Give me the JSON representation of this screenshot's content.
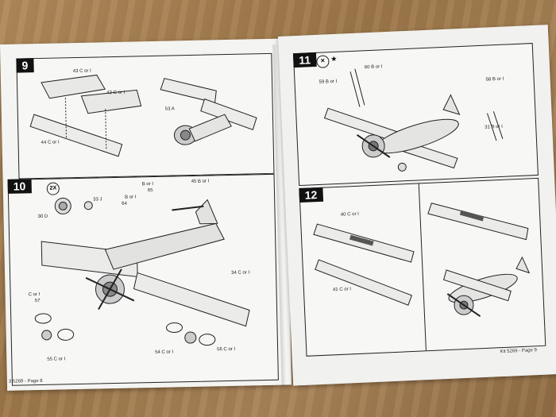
{
  "left_page": {
    "footer": "3 5269 - Page 8",
    "step_9": {
      "number": "9",
      "labels": [
        "43 C or I",
        "42 C or I",
        "44 C or I",
        "53 A"
      ]
    },
    "step_10": {
      "number": "10",
      "multiplier": "2X",
      "labels": [
        "33 J",
        "30 D",
        "B or I",
        "65 ",
        "45 B or I",
        "B or I",
        "64 ",
        "34 C or I",
        "57",
        "C or I",
        "55 C or I",
        "54 C or I",
        "56 C or I"
      ]
    }
  },
  "right_page": {
    "footer": "Kit 5269 - Page 9",
    "step_11": {
      "number": "11",
      "labels": [
        "60 B or I",
        "59 B or I",
        "58 B or I",
        "31 B or I"
      ]
    },
    "step_12": {
      "number": "12",
      "labels": [
        "40 C or I",
        "41 C or I"
      ]
    }
  }
}
